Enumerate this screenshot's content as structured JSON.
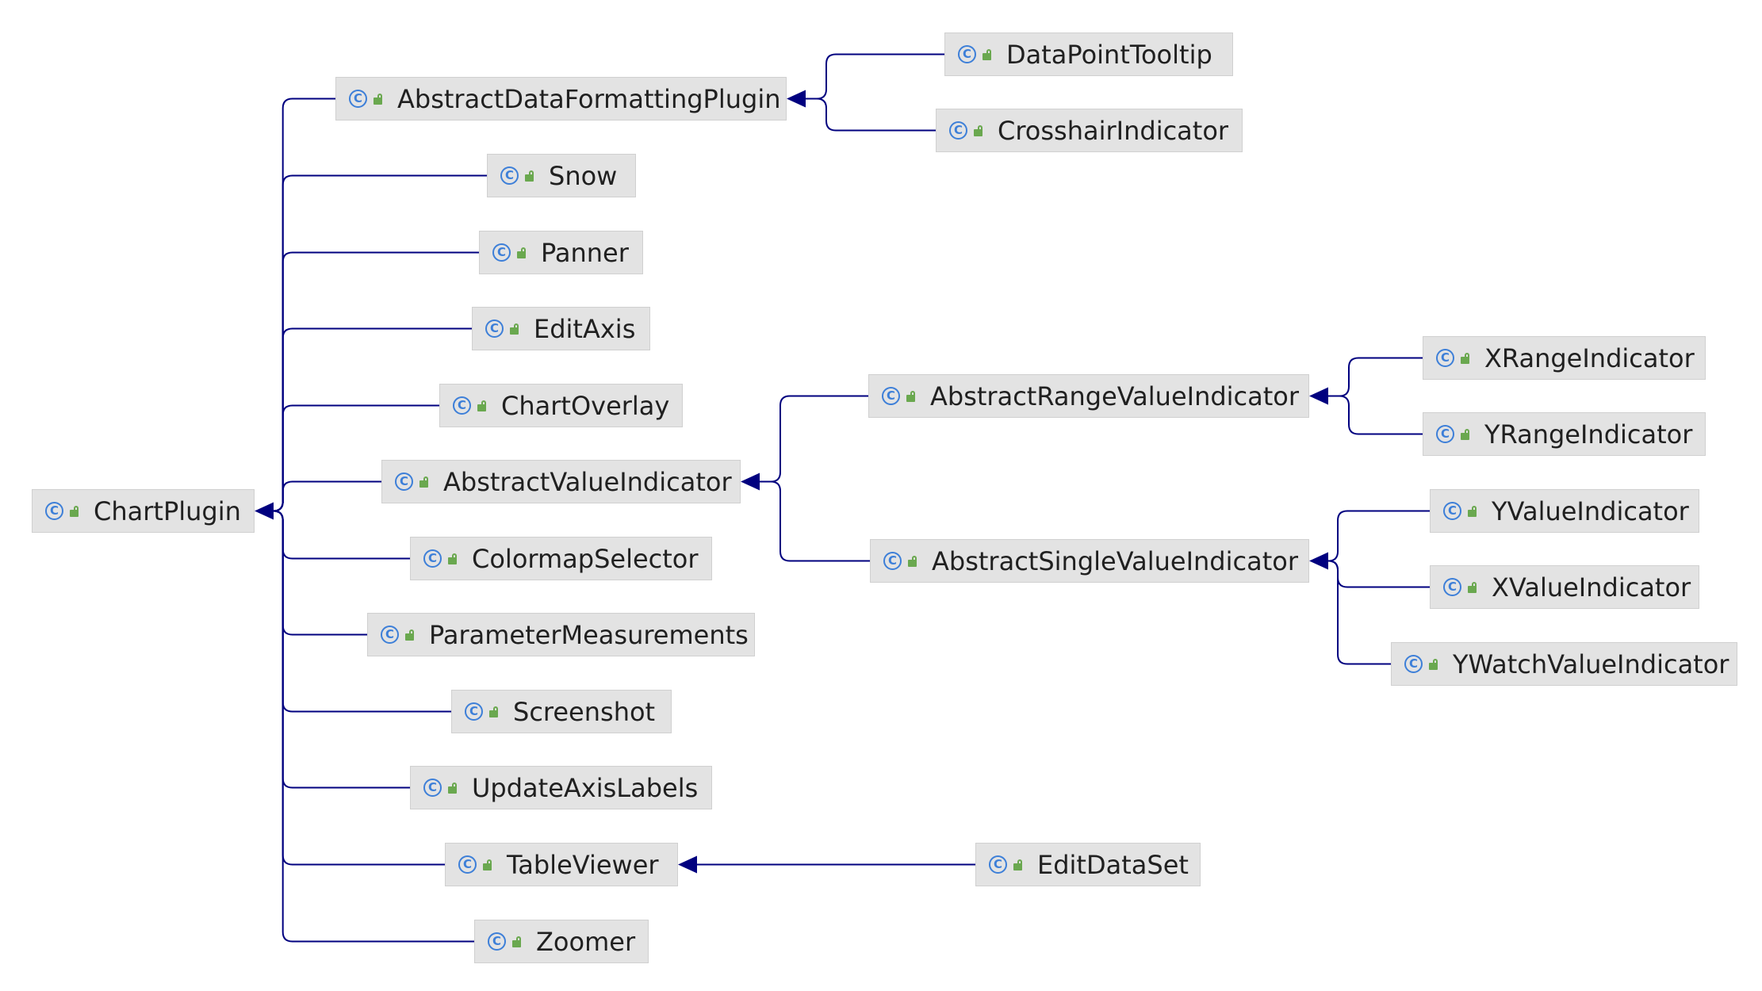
{
  "diagram": {
    "root": "ChartPlugin",
    "colors": {
      "edge": "#00007f",
      "node_bg": "#e3e3e3",
      "class_icon": "#3d7fd8",
      "public_icon": "#6aa84f"
    },
    "icons": {
      "class": "class-c-icon",
      "visibility": "public-lock-icon"
    },
    "class_icon_glyph": "C",
    "nodes": {
      "chartplugin": "ChartPlugin",
      "abstractdataformattingplugin": "AbstractDataFormattingPlugin",
      "snow": "Snow",
      "panner": "Panner",
      "editaxis": "EditAxis",
      "chartoverlay": "ChartOverlay",
      "abstractvalueindicator": "AbstractValueIndicator",
      "colormapselector": "ColormapSelector",
      "parametermeasurements": "ParameterMeasurements",
      "screenshot": "Screenshot",
      "updateaxislabels": "UpdateAxisLabels",
      "tableviewer": "TableViewer",
      "zoomer": "Zoomer",
      "datapointtooltip": "DataPointTooltip",
      "crosshairindicator": "CrosshairIndicator",
      "abstractrangevalueindicator": "AbstractRangeValueIndicator",
      "abstractsinglevalueindicator": "AbstractSingleValueIndicator",
      "xrangeindicator": "XRangeIndicator",
      "yrangeindicator": "YRangeIndicator",
      "yvalueindicator": "YValueIndicator",
      "xvalueindicator": "XValueIndicator",
      "ywatchvalueindicator": "YWatchValueIndicator",
      "editdataset": "EditDataSet"
    },
    "edges": [
      {
        "from": "abstractdataformattingplugin",
        "to": "chartplugin"
      },
      {
        "from": "snow",
        "to": "chartplugin"
      },
      {
        "from": "panner",
        "to": "chartplugin"
      },
      {
        "from": "editaxis",
        "to": "chartplugin"
      },
      {
        "from": "chartoverlay",
        "to": "chartplugin"
      },
      {
        "from": "abstractvalueindicator",
        "to": "chartplugin"
      },
      {
        "from": "colormapselector",
        "to": "chartplugin"
      },
      {
        "from": "parametermeasurements",
        "to": "chartplugin"
      },
      {
        "from": "screenshot",
        "to": "chartplugin"
      },
      {
        "from": "updateaxislabels",
        "to": "chartplugin"
      },
      {
        "from": "tableviewer",
        "to": "chartplugin"
      },
      {
        "from": "zoomer",
        "to": "chartplugin"
      },
      {
        "from": "datapointtooltip",
        "to": "abstractdataformattingplugin"
      },
      {
        "from": "crosshairindicator",
        "to": "abstractdataformattingplugin"
      },
      {
        "from": "abstractrangevalueindicator",
        "to": "abstractvalueindicator"
      },
      {
        "from": "abstractsinglevalueindicator",
        "to": "abstractvalueindicator"
      },
      {
        "from": "xrangeindicator",
        "to": "abstractrangevalueindicator"
      },
      {
        "from": "yrangeindicator",
        "to": "abstractrangevalueindicator"
      },
      {
        "from": "yvalueindicator",
        "to": "abstractsinglevalueindicator"
      },
      {
        "from": "xvalueindicator",
        "to": "abstractsinglevalueindicator"
      },
      {
        "from": "ywatchvalueindicator",
        "to": "abstractsinglevalueindicator"
      },
      {
        "from": "editdataset",
        "to": "tableviewer"
      }
    ]
  }
}
